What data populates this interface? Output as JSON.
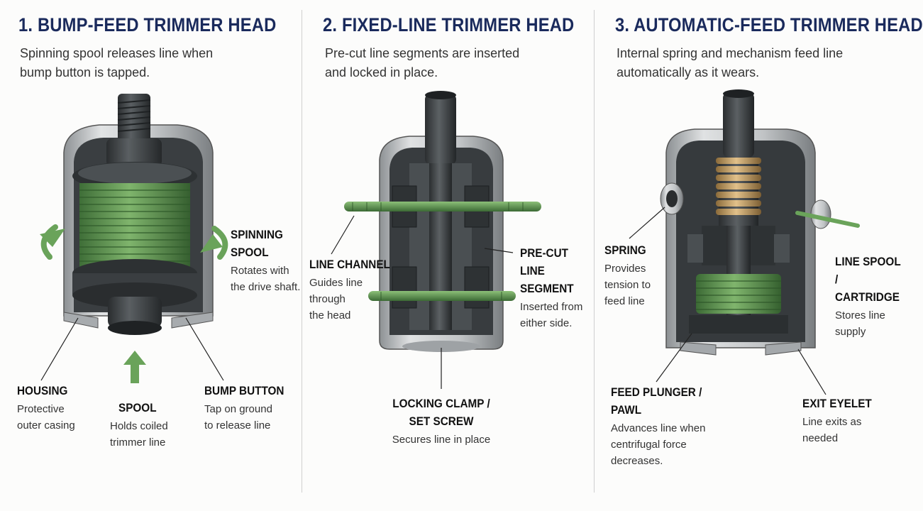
{
  "panels": [
    {
      "title": "1. BUMP-FEED TRIMMER HEAD",
      "subtitle": "Spinning spool releases line when\nbump button is tapped.",
      "labels": {
        "spinning_spool": {
          "heading": "SPINNING\nSPOOL",
          "desc": "Rotates with\nthe drive shaft."
        },
        "housing": {
          "heading": "HOUSING",
          "desc": "Protective\nouter casing"
        },
        "spool": {
          "heading": "SPOOL",
          "desc": "Holds coiled\ntrimmer line"
        },
        "bump_button": {
          "heading": "BUMP BUTTON",
          "desc": "Tap on ground\nto release line"
        }
      }
    },
    {
      "title": "2. FIXED-LINE TRIMMER HEAD",
      "subtitle": "Pre-cut line segments are inserted\nand locked in place.",
      "labels": {
        "line_channel": {
          "heading": "LINE CHANNEL",
          "desc": "Guides line\nthrough\nthe head"
        },
        "pre_cut_line_segment": {
          "heading": "PRE-CUT LINE\nSEGMENT",
          "desc": "Inserted from\neither side."
        },
        "locking_clamp": {
          "heading": "LOCKING CLAMP /\nSET SCREW",
          "desc": "Secures line in place"
        }
      }
    },
    {
      "title": "3. AUTOMATIC-FEED TRIMMER HEAD",
      "subtitle": "Internal spring and mechanism feed line\nautomatically as it wears.",
      "labels": {
        "spring": {
          "heading": "SPRING",
          "desc": "Provides\ntension to\nfeed line"
        },
        "line_spool_cartridge": {
          "heading": "LINE SPOOL /\nCARTRIDGE",
          "desc": "Stores line\nsupply"
        },
        "feed_plunger": {
          "heading": "FEED PLUNGER /\nPAWL",
          "desc": "Advances line when\ncentrifugal force\ndecreases."
        },
        "exit_eyelet": {
          "heading": "EXIT EYELET",
          "desc": "Line exits as\nneeded"
        }
      }
    }
  ],
  "colors": {
    "title": "#1a2a5c",
    "line_green": "#5d9a4f",
    "arrow_green": "#6aa35a",
    "metal_light": "#c9ccce",
    "metal_dark": "#3e4346",
    "spring_brass": "#c7a064"
  }
}
